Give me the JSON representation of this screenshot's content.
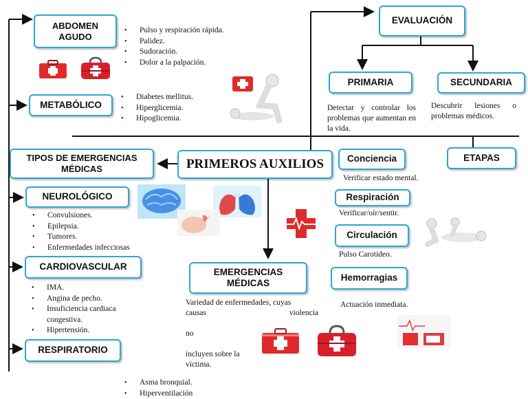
{
  "center": {
    "title": "PRIMEROS AUXILIOS"
  },
  "left": {
    "tipos": "TIPOS DE EMERGENCIAS MÉDICAS",
    "abdomen": {
      "label": "ABDOMEN AGUDO",
      "items": [
        "Pulso y respiración rápida.",
        "Palidez.",
        "Sudoración.",
        "Dolor a la palpación."
      ]
    },
    "metabolico": {
      "label": "METABÓLICO",
      "items": [
        "Diabetes mellitus.",
        "Hiperglicemia.",
        "Hipoglicemia."
      ]
    },
    "neurologico": {
      "label": "NEUROLÓGICO",
      "items": [
        "Convulsiones.",
        "Epilepsia.",
        "Tumores.",
        "Enfermedades infecciosas"
      ]
    },
    "cardio": {
      "label": "CARDIOVASCULAR",
      "items": [
        "IMA.",
        "Angina de pecho.",
        "Insuficiencia cardiaca congestiva.",
        "Hipertensión."
      ]
    },
    "respiratorio": {
      "label": "RESPIRATORIO",
      "items": [
        "Asma bronquial.",
        "Hiperventilación"
      ]
    }
  },
  "right": {
    "evaluacion": "EVALUACIÓN",
    "primaria": {
      "label": "PRIMARIA",
      "desc": "Detectar y controlar los problemas que aumentan en la vida."
    },
    "secundaria": {
      "label": "SECUNDARIA",
      "desc": "Descubrir lesiones o problemas médicos."
    },
    "etapas": "ETAPAS",
    "conciencia": {
      "label": "Conciencia",
      "desc": "Verificar estado mental."
    },
    "respiracion": {
      "label": "Respiración",
      "desc": "Verificar/oír/sentir."
    },
    "circulacion": {
      "label": "Circulación",
      "desc": "Pulso Carotideo."
    },
    "hemorragias": {
      "label": "Hemorragias",
      "desc": "Actuación inmediata."
    }
  },
  "emergencias": {
    "label": "EMERGENCIAS MÉDICAS",
    "desc_line1": "Variedad de enfermedades, cuyas",
    "desc_line2": "causas violencia",
    "desc_line3": "no",
    "desc_line4": "incluyen sobre la",
    "desc_line5": "víctima."
  },
  "icons": [
    "first-aid-kit-icon",
    "brain-icon",
    "lungs-icon",
    "heart-pulse-icon",
    "cpr-figure-icon",
    "rescue-figure-icon",
    "ecg-monitor-icon"
  ],
  "colors": {
    "border": "#2aa6d6",
    "kit_red": "#e02a2a",
    "line": "#111111"
  }
}
